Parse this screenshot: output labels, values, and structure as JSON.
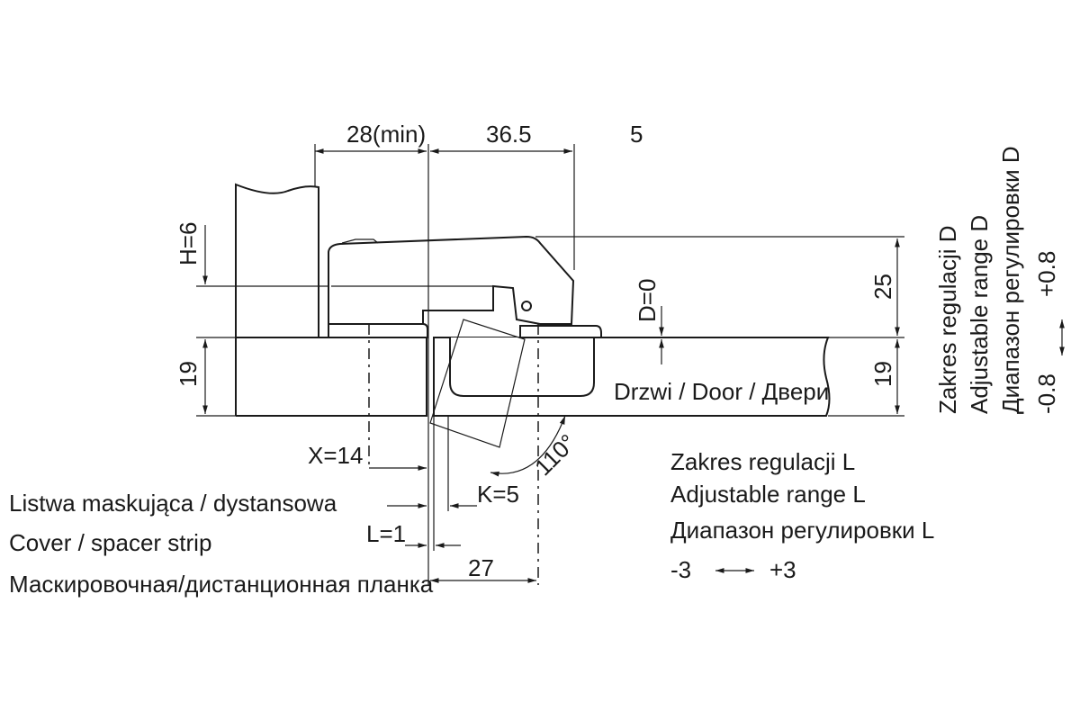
{
  "dimensions": {
    "overlay_min": "28(min)",
    "cup_distance": "36.5",
    "extra": "5",
    "height": "H=6",
    "thickness_left": "19",
    "thickness_right": "19",
    "depth": "25",
    "door_gap": "D=0",
    "x_offset": "X=14",
    "k_offset": "K=5",
    "l_offset": "L=1",
    "width_27": "27",
    "angle": "110°"
  },
  "labels": {
    "door": "Drzwi / Door / Двери",
    "strip_pl": "Listwa maskująca / dystansowa",
    "strip_en": "Cover / spacer strip",
    "strip_ru": "Маскировочная/дистанционная планка"
  },
  "range_d": {
    "title_pl": "Zakres regulacji  D",
    "title_en": "Adjustable range  D",
    "title_ru": "Диапазон регулировки  D",
    "min": "-0.8",
    "max": "+0.8"
  },
  "range_l": {
    "title_pl": "Zakres regulacji  L",
    "title_en": "Adjustable range  L",
    "title_ru": "Диапазон регулировки  L",
    "min": "-3",
    "max": "+3"
  }
}
